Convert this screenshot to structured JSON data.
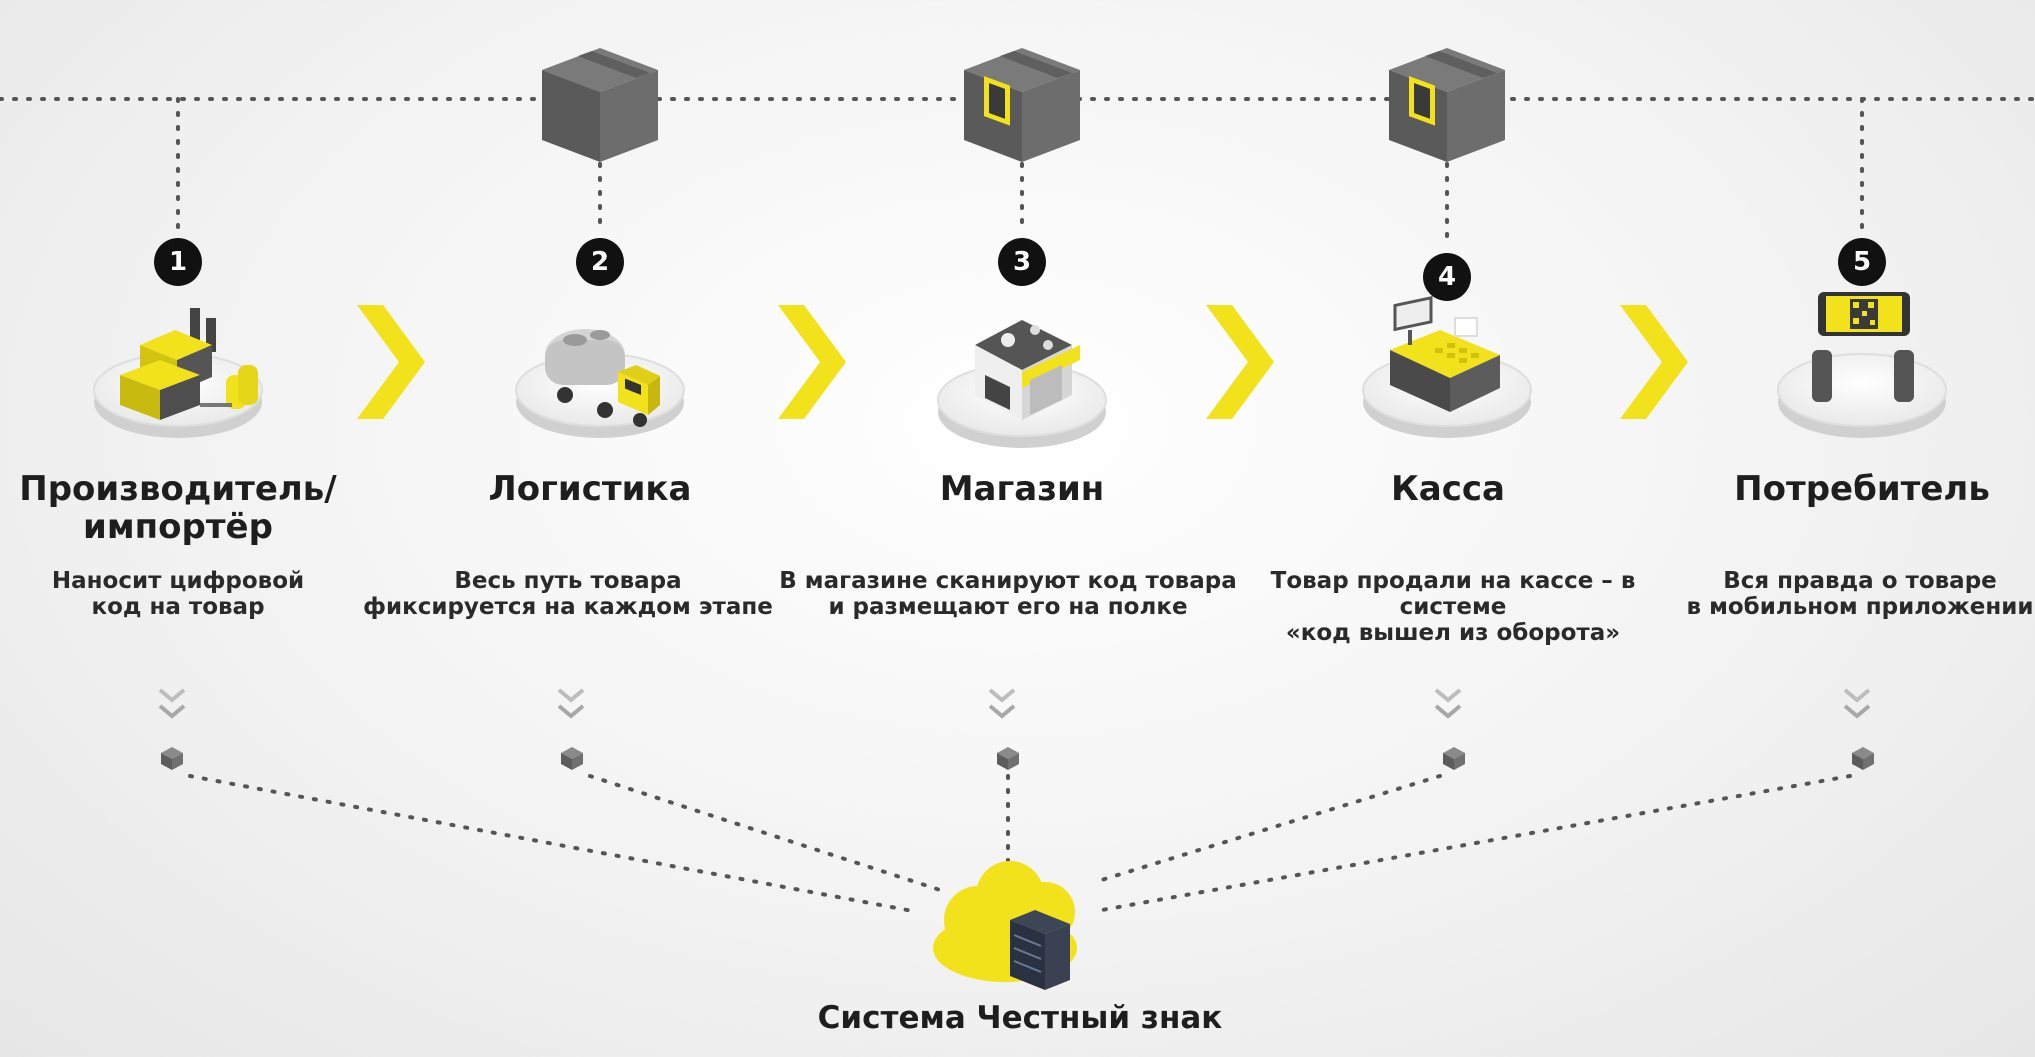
{
  "stages": [
    {
      "number": "1",
      "title": "Производитель/\nимпортёр",
      "description": "Наносит цифровой\nкод на товар",
      "icon": "factory-icon"
    },
    {
      "number": "2",
      "title": "Логистика",
      "description": "Весь путь товара\nфиксируется на каждом этапе",
      "icon": "truck-icon"
    },
    {
      "number": "3",
      "title": "Магазин",
      "description": "В магазине сканируют код товара\nи размещают его на полке",
      "icon": "store-icon"
    },
    {
      "number": "4",
      "title": "Касса",
      "description": "Товар продали на кассе – в системе\n«код вышел из оборота»",
      "icon": "cash-register-icon"
    },
    {
      "number": "5",
      "title": "Потребитель",
      "description": "Вся правда о товаре\nв мобильном приложении",
      "icon": "phone-scan-icon"
    }
  ],
  "system": {
    "label": "Система Честный знак",
    "icon": "cloud-server-icon"
  },
  "colors": {
    "accent": "#f2e21c",
    "dark": "#111111",
    "box": "#6b6b6b",
    "dots": "#555555"
  }
}
